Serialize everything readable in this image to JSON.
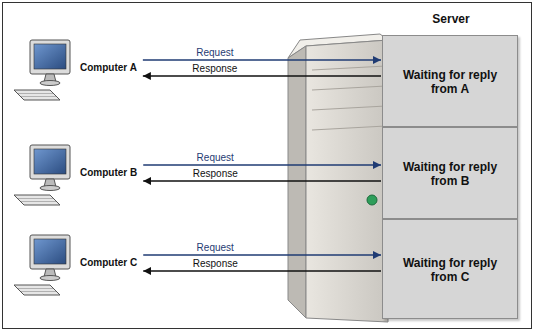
{
  "diagram": {
    "nodes": [
      {
        "text": [
          "Computer A"
        ]
      },
      {
        "text": [
          "Computer B"
        ]
      },
      {
        "text": [
          "Computer C"
        ]
      },
      {
        "text": [
          "Server"
        ]
      },
      {
        "text": [
          "Waiting for reply from A"
        ],
        "in": 3
      },
      {
        "text": [
          "Waiting for reply from B"
        ],
        "in": 3
      },
      {
        "text": [
          "Waiting for reply from C"
        ],
        "in": 3
      }
    ],
    "edges": [
      {
        "from": 0,
        "to": 4,
        "arrow": "to",
        "label": "Request"
      },
      {
        "from": 4,
        "to": 0,
        "arrow": "to",
        "label": "Response"
      },
      {
        "from": 1,
        "to": 5,
        "arrow": "to",
        "label": "Request"
      },
      {
        "from": 5,
        "to": 1,
        "arrow": "to",
        "label": "Response"
      },
      {
        "from": 2,
        "to": 6,
        "arrow": "to",
        "label": "Request"
      },
      {
        "from": 6,
        "to": 2,
        "arrow": "to",
        "label": "Response"
      }
    ]
  }
}
